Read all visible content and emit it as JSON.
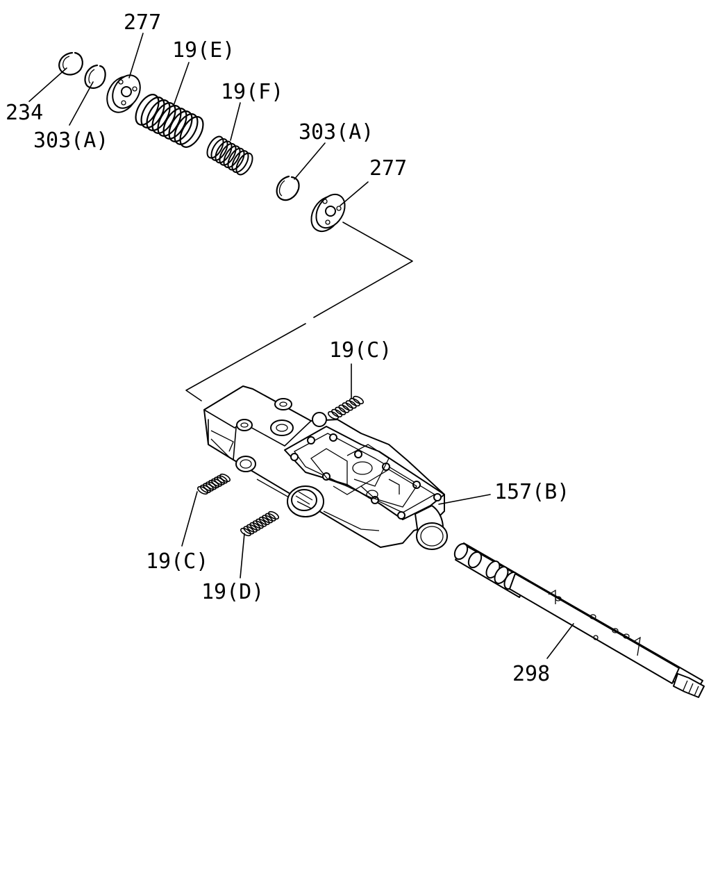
{
  "colors": {
    "ink": "#000000",
    "paper": "#ffffff"
  },
  "labels": {
    "ring_234": "234",
    "ring_303a_left": "303(A)",
    "washer_277_top": "277",
    "spring_19e": "19(E)",
    "spring_19f": "19(F)",
    "ring_303a_right": "303(A)",
    "washer_277_right": "277",
    "spring_19c_top": "19(C)",
    "body_157b": "157(B)",
    "spring_19c_left": "19(C)",
    "spring_19d": "19(D)",
    "shaft_298": "298"
  }
}
